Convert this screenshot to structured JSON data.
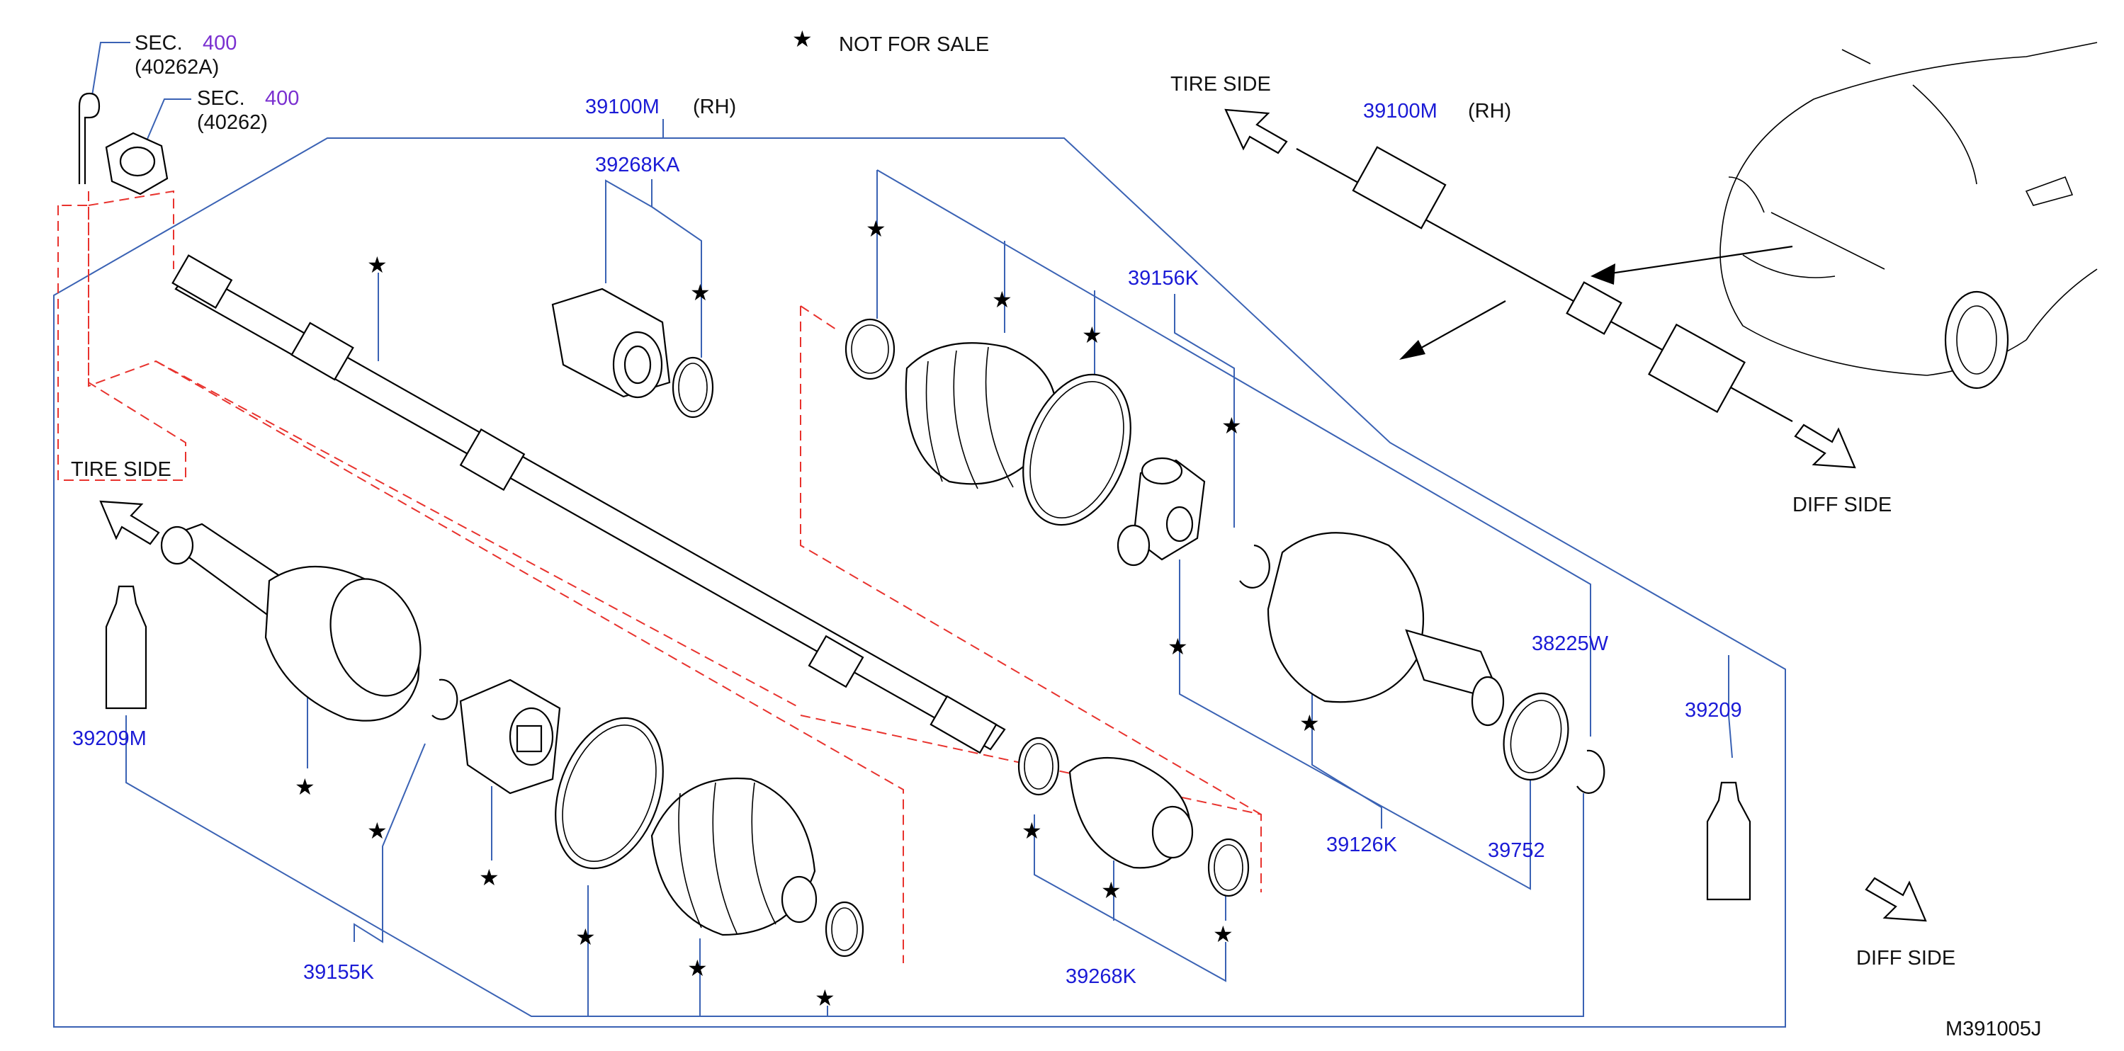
{
  "header": {
    "not_for_sale_star": "★",
    "not_for_sale_text": "NOT  FOR  SALE"
  },
  "sections": {
    "sec_label": "SEC.",
    "sec_number": "400",
    "sec_a_code": "(40262A)",
    "sec_b_code": "(40262)"
  },
  "part_numbers": {
    "p39100M_main": "39100M",
    "rh_main": "(RH)",
    "p39268KA": "39268KA",
    "p39156K": "39156K",
    "p39209M": "39209M",
    "p39155K": "39155K",
    "p39268K": "39268K",
    "p39126K": "39126K",
    "p39752": "39752",
    "p38225W": "38225W",
    "p39209": "39209",
    "p39100M_inset": "39100M",
    "rh_inset": "(RH)"
  },
  "directions": {
    "tire_side_left": "TIRE  SIDE",
    "tire_side_inset": "TIRE  SIDE",
    "diff_side_inset": "DIFF  SIDE",
    "diff_side_bottom": "DIFF  SIDE"
  },
  "footer": {
    "diagram_code": "M391005J"
  },
  "colors": {
    "part_number": "#1b1bd6",
    "section_number": "#7a2fd0",
    "leader_line": "#3a62b4",
    "dashed_group": "#e8322d"
  }
}
